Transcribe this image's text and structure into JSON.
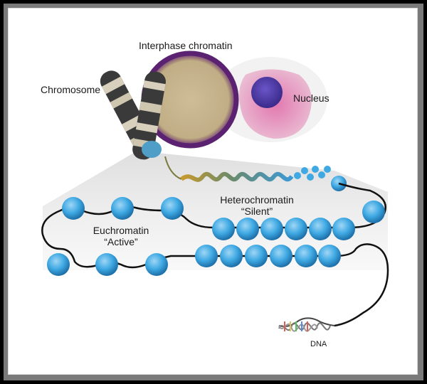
{
  "labels": {
    "interphase": "Interphase chromatin",
    "chromosome": "Chromosome",
    "nucleus": "Nucleus",
    "heterochromatin": "Heterochromatin",
    "silent": "“Silent”",
    "euchromatin": "Euchromatin",
    "active": "“Active”",
    "dna": "DNA"
  },
  "colors": {
    "nucleosome": "#3fa9e3",
    "nucleosome_dark": "#1d6fa8",
    "fiber": "#111111",
    "chromatin_fill": "#c9b58e",
    "chromatin_rim": "#6a2d7a",
    "nucleus_body": "#d46aa0",
    "nucleus_core": "#4a3aa8"
  },
  "icons": [
    "chromosome-icon",
    "interphase-nucleus-icon",
    "cell-nucleus-icon",
    "nucleosome-icon",
    "dna-helix-icon"
  ]
}
